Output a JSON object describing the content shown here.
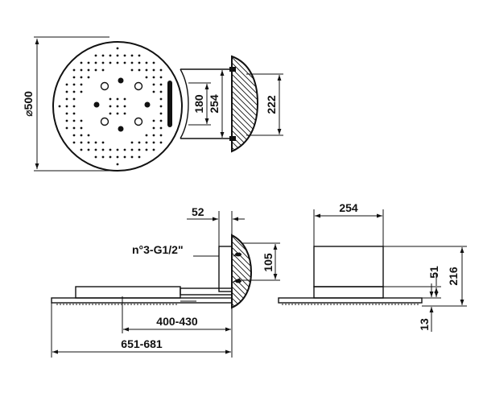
{
  "top_view": {
    "diameter": "⌀500",
    "inner_dim": "180",
    "outer_dim": "254",
    "wall_dim": "222"
  },
  "side_view": {
    "depth_dim": "52",
    "connection": "n°3-G1/2\"",
    "height_dim": "105",
    "reach_short": "400-430",
    "reach_long": "651-681"
  },
  "front_view": {
    "width_dim": "254",
    "offset_dim": "51",
    "total_dim": "216",
    "plate_dim": "13"
  },
  "colors": {
    "line": "#111111",
    "background": "#ffffff"
  }
}
